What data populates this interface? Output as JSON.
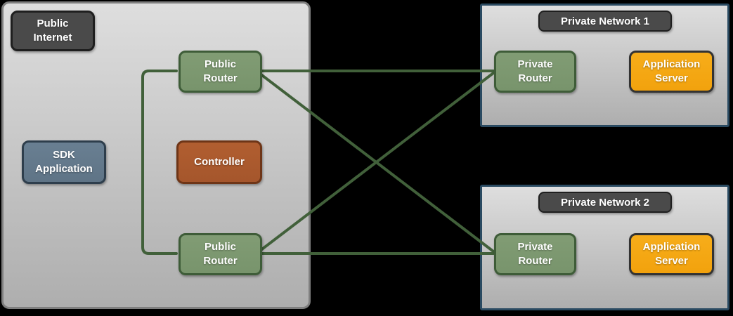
{
  "public_internet": {
    "label": "Public Internet",
    "sdk_application": {
      "label": "SDK Application"
    },
    "controller": {
      "label": "Controller"
    },
    "public_router_top": {
      "label": "Public Router"
    },
    "public_router_bottom": {
      "label": "Public Router"
    }
  },
  "private_network_1": {
    "label": "Private Network 1",
    "private_router": {
      "label": "Private Router"
    },
    "application_server": {
      "label": "Application Server"
    }
  },
  "private_network_2": {
    "label": "Private Network 2",
    "private_router": {
      "label": "Private Router"
    },
    "application_server": {
      "label": "Application Server"
    }
  },
  "colors": {
    "background": "#000000",
    "container-fill-top": "#dedede",
    "container-fill-bottom": "#aeaeae",
    "container-border": "#7f7f7f",
    "network-border": "#2a4a61",
    "badge-fill": "#4a4a4a",
    "badge-border": "#1f1f1f",
    "router-fill": "#78946c",
    "router-border": "#3e5c38",
    "sdk-fill": "#5f7486",
    "sdk-border": "#2e3e4c",
    "controller-fill": "#a5562c",
    "controller-border": "#6e3517",
    "server-fill": "#f2a20d",
    "server-border": "#333333",
    "line": "#41603a",
    "text": "#ffffff"
  }
}
